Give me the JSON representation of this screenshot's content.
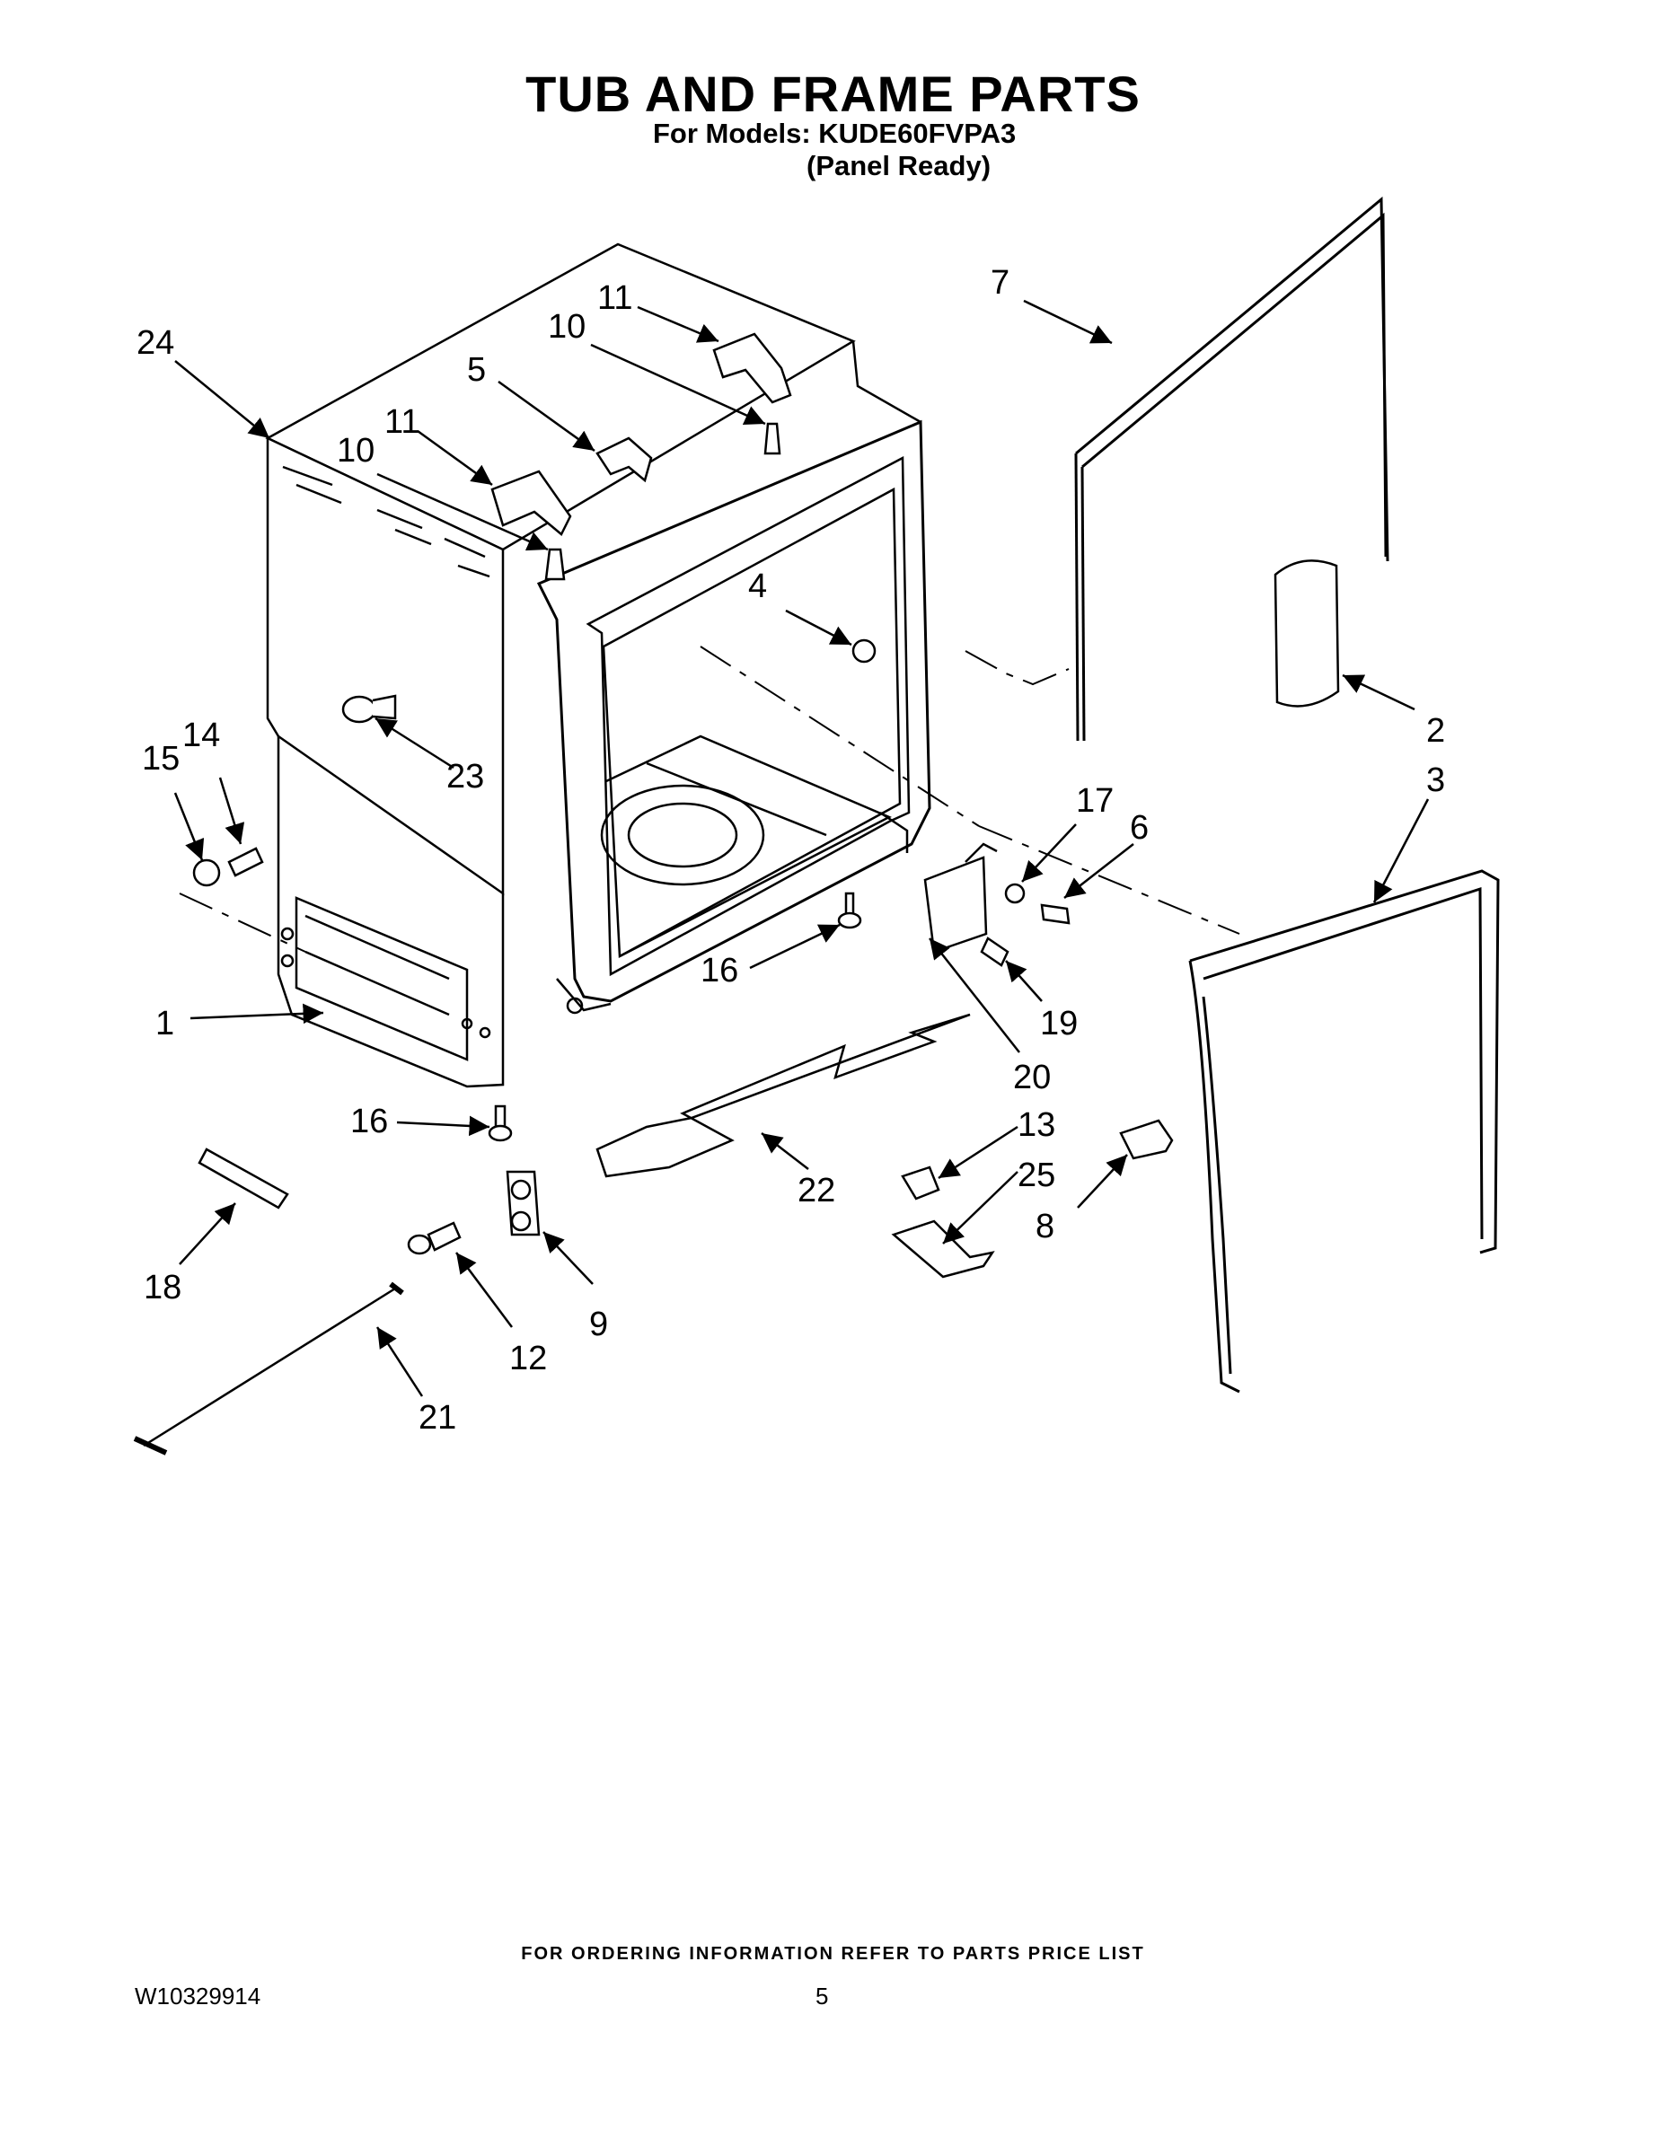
{
  "header": {
    "title": "TUB AND FRAME PARTS",
    "models_line": "For Models: KUDE60FVPA3",
    "variant_line": "(Panel Ready)"
  },
  "diagram": {
    "callouts": [
      "24",
      "11",
      "10",
      "5",
      "11",
      "10",
      "7",
      "4",
      "2",
      "3",
      "15",
      "14",
      "23",
      "17",
      "6",
      "1",
      "16",
      "19",
      "20",
      "16",
      "22",
      "13",
      "25",
      "8",
      "18",
      "12",
      "9",
      "21"
    ]
  },
  "footer": {
    "ordering_note": "FOR ORDERING INFORMATION REFER TO PARTS PRICE LIST",
    "doc_number": "W10329914",
    "page_number": "5"
  }
}
